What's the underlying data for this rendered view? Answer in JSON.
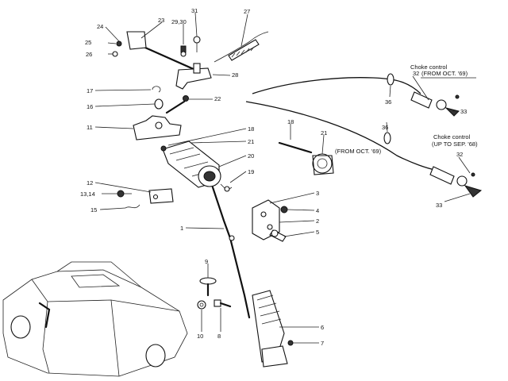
{
  "part_labels": [
    {
      "id": "p24",
      "text": "24"
    },
    {
      "id": "p23",
      "text": "23"
    },
    {
      "id": "p2930",
      "text": "29,30"
    },
    {
      "id": "p31",
      "text": "31"
    },
    {
      "id": "p27",
      "text": "27"
    },
    {
      "id": "p25",
      "text": "25"
    },
    {
      "id": "p26",
      "text": "26"
    },
    {
      "id": "p28",
      "text": "28"
    },
    {
      "id": "p17",
      "text": "17"
    },
    {
      "id": "p16",
      "text": "16"
    },
    {
      "id": "p22",
      "text": "22"
    },
    {
      "id": "p11",
      "text": "11"
    },
    {
      "id": "p18a",
      "text": "18"
    },
    {
      "id": "p21a",
      "text": "21"
    },
    {
      "id": "p20",
      "text": "20"
    },
    {
      "id": "p19",
      "text": "19"
    },
    {
      "id": "p12",
      "text": "12"
    },
    {
      "id": "p1314",
      "text": "13,14"
    },
    {
      "id": "p15",
      "text": "15"
    },
    {
      "id": "p18b",
      "text": "18"
    },
    {
      "id": "p21b",
      "text": "21"
    },
    {
      "id": "p3",
      "text": "3"
    },
    {
      "id": "p4",
      "text": "4"
    },
    {
      "id": "p2",
      "text": "2"
    },
    {
      "id": "p5",
      "text": "5"
    },
    {
      "id": "p1",
      "text": "1"
    },
    {
      "id": "p9",
      "text": "9"
    },
    {
      "id": "p10",
      "text": "10"
    },
    {
      "id": "p8",
      "text": "8"
    },
    {
      "id": "p6",
      "text": "6"
    },
    {
      "id": "p7",
      "text": "7"
    },
    {
      "id": "p36a",
      "text": "36"
    },
    {
      "id": "p36b",
      "text": "36"
    },
    {
      "id": "p32a",
      "text": "32"
    },
    {
      "id": "p33a",
      "text": "33"
    },
    {
      "id": "p32b",
      "text": "32"
    },
    {
      "id": "p33b",
      "text": "33"
    }
  ],
  "notes": {
    "choke_top_title": "Choke control",
    "choke_top_range": "(FROM OCT. '69)",
    "choke_bottom_title": "Choke control",
    "choke_bottom_range": "(UP TO SEP. '68)",
    "knob_range": "(FROM OCT. '69)"
  }
}
